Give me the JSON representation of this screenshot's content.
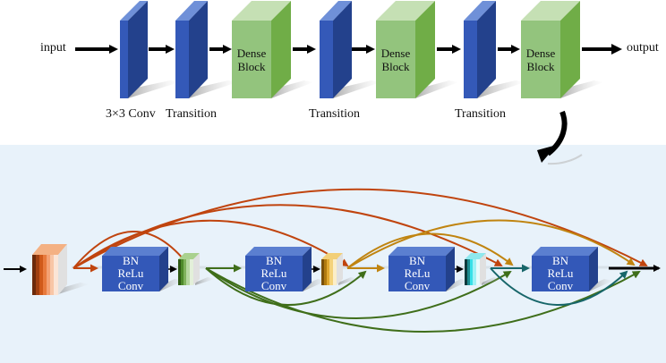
{
  "top": {
    "input_label": "input",
    "output_label": "output",
    "captions": [
      "3×3 Conv",
      "Transition",
      "Transition",
      "Transition"
    ],
    "dense_block_label_line1": "Dense",
    "dense_block_label_line2": "Block"
  },
  "bottom": {
    "layer_line1": "BN",
    "layer_line2": "ReLu",
    "layer_line3": "Conv"
  },
  "colors": {
    "conv_blue": "#3358b8",
    "dense_green": "#93c47d",
    "panel_bg": "#e8f2fa",
    "orange": "#c0440e",
    "green": "#3f6e1a",
    "gold": "#c08410",
    "teal": "#17666a",
    "black": "#000000"
  }
}
